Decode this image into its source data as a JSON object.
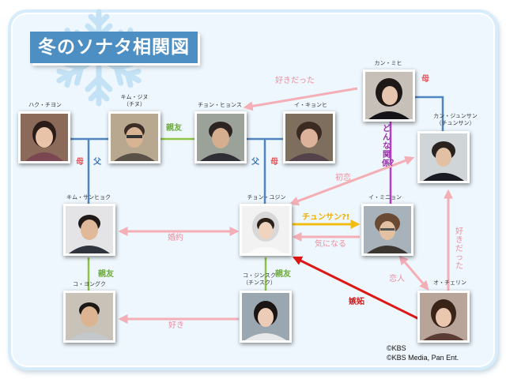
{
  "title": "冬のソナタ相関図",
  "people": {
    "baek_chiyon": {
      "name": "ハク・チヨン"
    },
    "kim_jiu": {
      "name": "キム・ジヌ",
      "sub": "（チヌ）"
    },
    "chon_hyonsu": {
      "name": "チョン・ヒョンス"
    },
    "i_kyonhi": {
      "name": "イ・キョンヒ"
    },
    "kan_mihi": {
      "name": "カン・ミヒ"
    },
    "kan_junsan": {
      "name": "カン・ジュンサン",
      "sub": "（チュンサン）"
    },
    "kim_sanhyoku": {
      "name": "キム・サンヒョク"
    },
    "chon_yujin": {
      "name": "チョン・ユジン"
    },
    "i_minyon": {
      "name": "イ・ミニョン"
    },
    "ko_yonguku": {
      "name": "コ・ヨングク"
    },
    "ko_jinsuku": {
      "name": "コ・ジンスク",
      "sub": "（チンスク）"
    },
    "o_cherin": {
      "name": "オ・チェリン"
    }
  },
  "relations": {
    "liked_hyonsu": "好きだった",
    "mother_mihi": "母",
    "mother_baek": "母",
    "father_kim": "父",
    "best_friend_1": "親友",
    "father_chon": "父",
    "mother_i": "母",
    "what_relation": "どんな関係？",
    "first_love": "初恋",
    "engaged": "婚約",
    "chunsan_q": "チュンサン?!",
    "concerned": "気になる",
    "liked_junsan": "好きだった",
    "best_friend_2": "親友",
    "best_friend_3": "親友",
    "lovers": "恋人",
    "jealousy": "嫉妬",
    "likes": "好き"
  },
  "credits": {
    "line1": "©KBS",
    "line2": "©KBS Media, Pan Ent."
  },
  "colors": {
    "blue_line": "#4f86bf",
    "green_line": "#8cc34b",
    "pink_arrow": "#f4aeb6",
    "purple_line": "#b43ec4",
    "gold_arrow": "#f4bd12",
    "red_arrow": "#dd1616",
    "title_bg": "#4d8fc3"
  }
}
